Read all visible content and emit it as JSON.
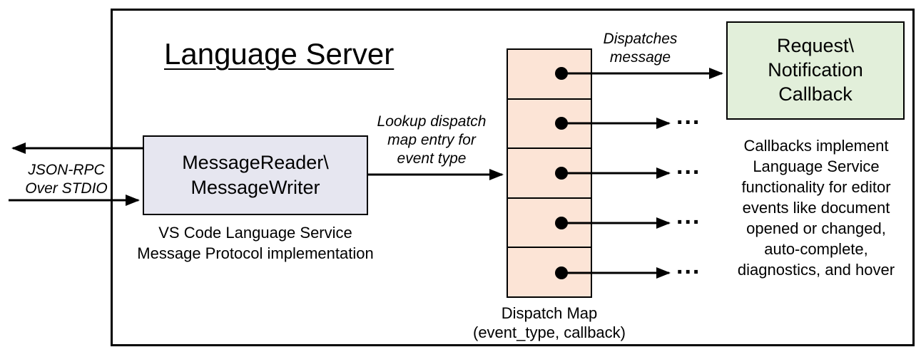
{
  "title": "Language Server",
  "left_io": {
    "label_lines": [
      "JSON-RPC",
      "Over STDIO"
    ]
  },
  "message_box": {
    "lines": [
      "MessageReader\\",
      "MessageWriter"
    ],
    "caption_lines": [
      "VS Code Language Service",
      "Message Protocol implementation"
    ]
  },
  "lookup_label": {
    "lines": [
      "Lookup dispatch",
      "map entry for",
      "event type"
    ]
  },
  "dispatches_label": {
    "lines": [
      "Dispatches",
      "message"
    ]
  },
  "dispatch_map": {
    "cell_count": 5,
    "caption_lines": [
      "Dispatch Map",
      "(event_type, callback)"
    ]
  },
  "callback_box": {
    "lines": [
      "Request\\",
      "Notification",
      "Callback"
    ]
  },
  "callbacks_note": {
    "lines": [
      "Callbacks implement",
      "Language Service",
      "functionality for editor",
      "events like document",
      "opened or changed,",
      "auto-complete,",
      "diagnostics, and hover"
    ]
  },
  "ellipsis": "...",
  "colors": {
    "message_box_fill": "#e6e6f0",
    "dispatch_map_fill": "#fce4d6",
    "callback_box_fill": "#e2efda",
    "border": "#000000"
  }
}
